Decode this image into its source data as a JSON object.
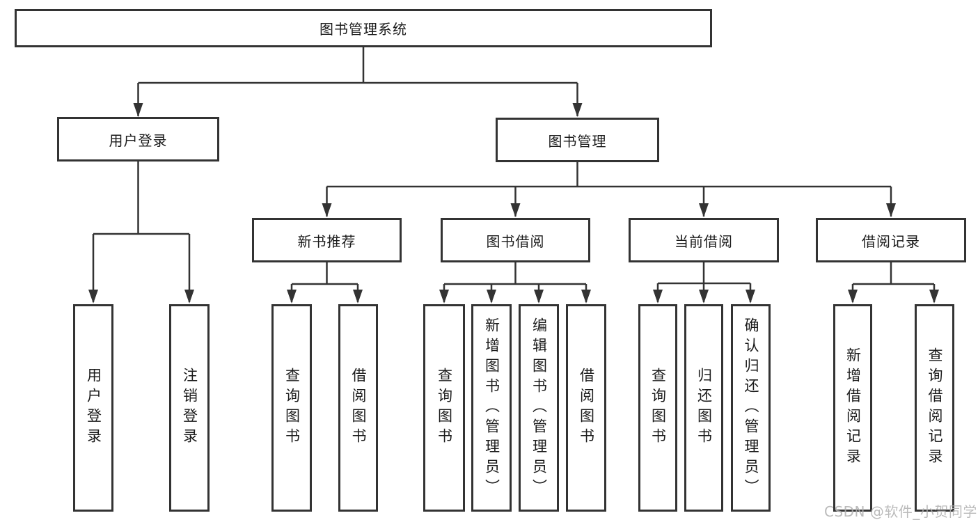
{
  "colors": {
    "line": "#333333",
    "box_border": "#333333",
    "box_fill": "#ffffff",
    "text": "#1b1b1b",
    "watermark": "#b0b0b0",
    "background": "#ffffff"
  },
  "tree": {
    "root": "图书管理系统",
    "branches": [
      {
        "label": "用户登录",
        "leaves": [
          "用户登录",
          "注销登录"
        ]
      },
      {
        "label": "图书管理",
        "groups": [
          {
            "label": "新书推荐",
            "leaves": [
              "查询图书",
              "借阅图书"
            ]
          },
          {
            "label": "图书借阅",
            "leaves": [
              "查询图书",
              "新增图书（管理员）",
              "编辑图书（管理员）",
              "借阅图书"
            ]
          },
          {
            "label": "当前借阅",
            "leaves": [
              "查询图书",
              "归还图书",
              "确认归还（管理员）"
            ]
          },
          {
            "label": "借阅记录",
            "leaves": [
              "新增借阅记录",
              "查询借阅记录"
            ]
          }
        ]
      }
    ]
  },
  "watermark": "CSDN @软件_小贺同学"
}
